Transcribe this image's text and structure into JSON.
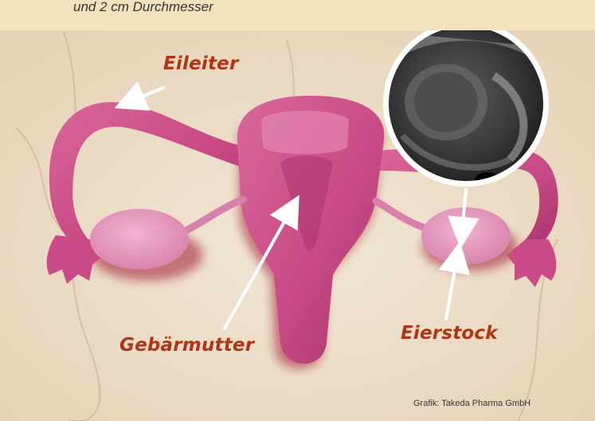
{
  "caption": "und 2 cm Durchmesser",
  "labels": {
    "eileiter": "Eileiter",
    "gebaermutter": "Gebärmutter",
    "eierstock": "Eierstock"
  },
  "credit": "Grafik: Takeda Pharma GmbH",
  "colors": {
    "label_text": "#b23416",
    "uterus_pink": "#c94a86",
    "background_paper": "#efe3cf",
    "caption_band": "#f3e2bd"
  }
}
